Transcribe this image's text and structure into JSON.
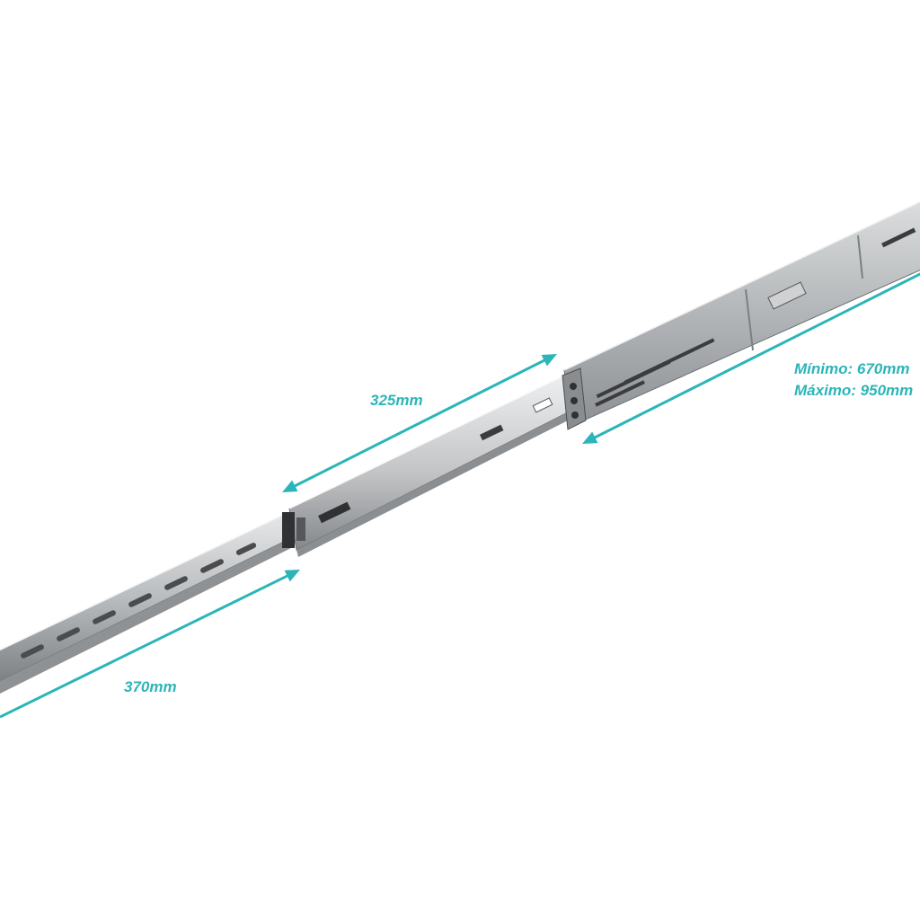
{
  "colors": {
    "accent": "#2cb5b8",
    "steel_light": "#d4d6d8",
    "steel_mid": "#a9acaf",
    "steel_dark": "#6e7174",
    "slot": "#3a3c3e",
    "bracket": "#8a8d90"
  },
  "dimensions": {
    "inner_member": "370mm",
    "middle_member": "325mm",
    "outer_min": "Mínimo: 670mm",
    "outer_max": "Máximo: 950mm"
  }
}
